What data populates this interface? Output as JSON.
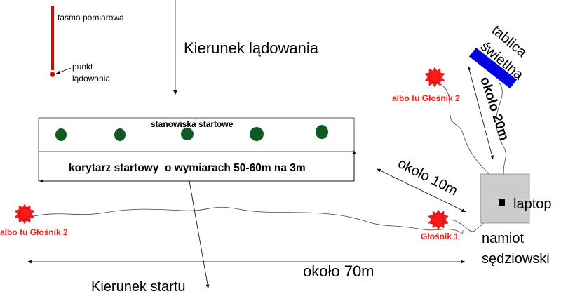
{
  "legend": {
    "tape_label": "taśma pomiarowa",
    "landing_point_label_1": "punkt",
    "landing_point_label_2": "lądowania"
  },
  "directions": {
    "landing": "Kierunek lądowania",
    "start": "Kierunek startu"
  },
  "start_area": {
    "positions_label": "stanowiska startowe",
    "corridor_label": "korytarz startowy  o wymiarach 50-60m na 3m",
    "position_count": 5
  },
  "speakers": {
    "speaker1": "Głośnik 1",
    "speaker2_alt_left": "albo tu Głośnik 2",
    "speaker2_alt_top": "albo tu Głośnik 2"
  },
  "scoreboard": {
    "label_1": "tablica",
    "label_2": "świetlna"
  },
  "judges": {
    "laptop": "laptop",
    "tent_1": "namiot",
    "tent_2": "sędziowski"
  },
  "distances": {
    "to_scoreboard": "około 20m",
    "to_corridor": "około 10m",
    "total": "około 70m"
  },
  "colors": {
    "tape": "#e00000",
    "speaker": "#ff1a1a",
    "position": "#0f5a22",
    "scoreboard": "#0000e0",
    "tent": "#cccccc"
  }
}
